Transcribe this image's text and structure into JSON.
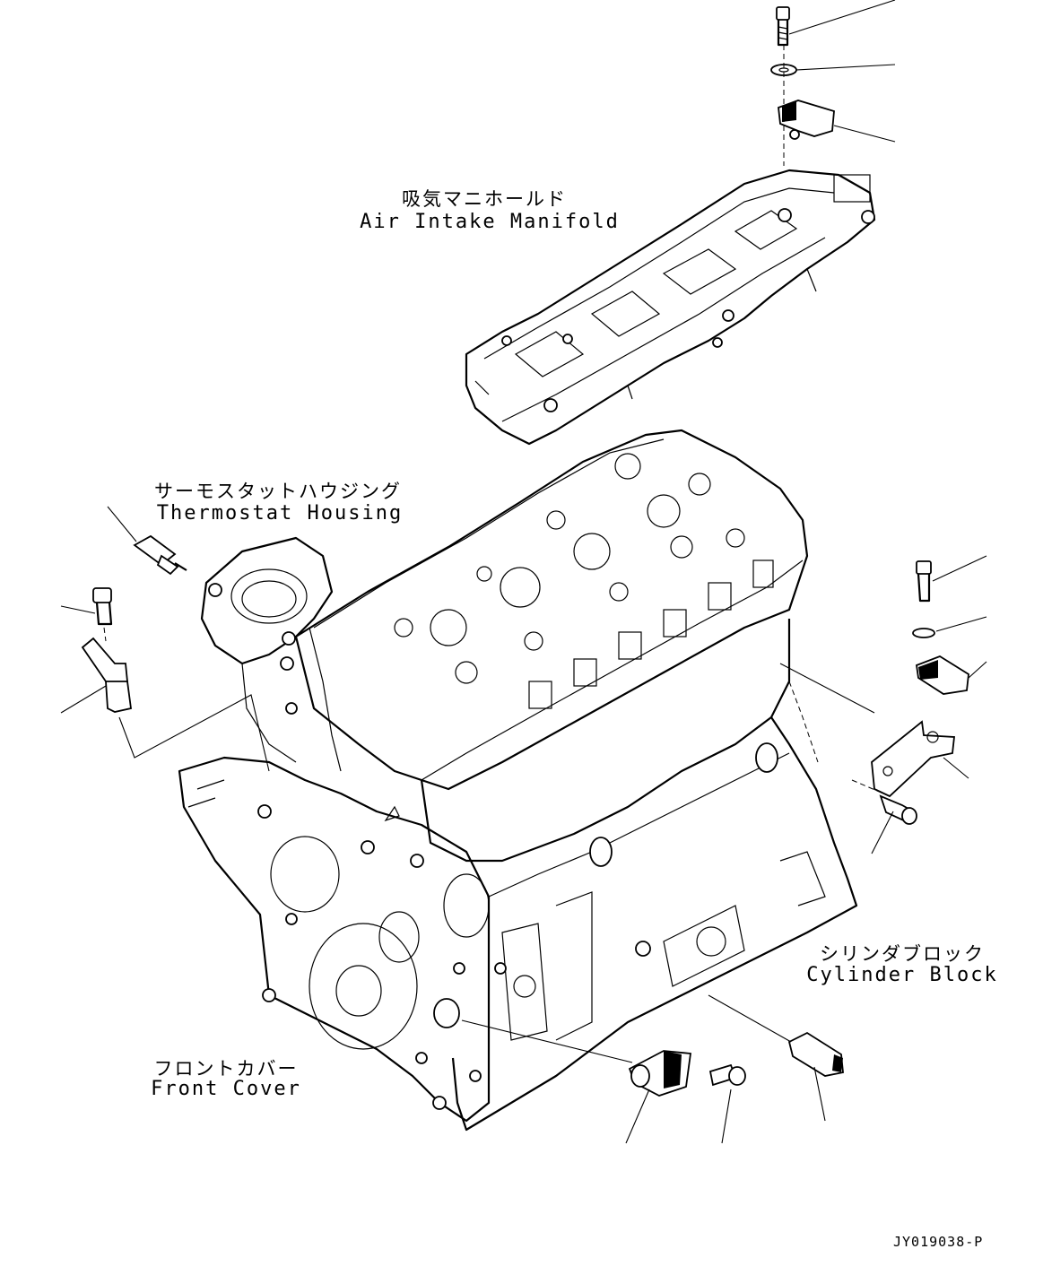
{
  "labels": {
    "manifold": {
      "jp": "吸気マニホールド",
      "en": "Air Intake Manifold"
    },
    "thermostat": {
      "jp": "サーモスタットハウジング",
      "en": "Thermostat Housing"
    },
    "cylinder": {
      "jp": "シリンダブロック",
      "en": "Cylinder Block"
    },
    "front_cover": {
      "jp": "フロントカバー",
      "en": "Front Cover"
    }
  },
  "doc_id": "JY019038-P"
}
